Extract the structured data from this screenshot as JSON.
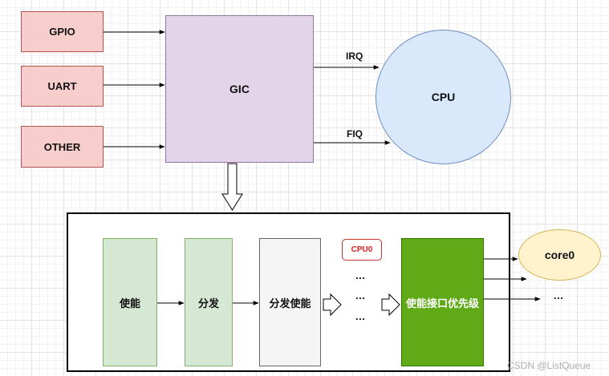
{
  "sources": {
    "gpio": "GPIO",
    "uart": "UART",
    "other": "OTHER"
  },
  "gic": "GIC",
  "cpu": "CPU",
  "signals": {
    "irq": "IRQ",
    "fiq": "FIQ"
  },
  "pipeline": {
    "enable": "使能",
    "dispatch": "分发",
    "dispatch_enable": "分发使能",
    "cpu0_tag": "CPU0",
    "interface_priority": "使能接口优先级",
    "dots": "...",
    "core0": "core0"
  },
  "watermark": "CSDN @ListQueue",
  "colors": {
    "source_fill": "#f8cecc",
    "gic_fill": "#e1d5e7",
    "cpu_fill": "#dae8fc",
    "stage_fill": "#d5e8d4",
    "interface_fill": "#60a917",
    "core_fill": "#fff2cc",
    "cpu0_text": "#e02020"
  }
}
